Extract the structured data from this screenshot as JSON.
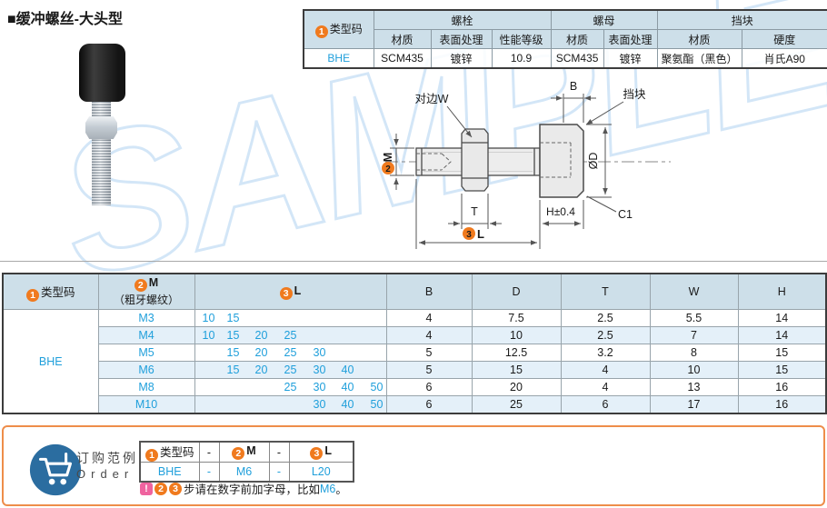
{
  "page": {
    "title": "■缓冲螺丝-大头型",
    "watermark": "SAMPLE"
  },
  "colors": {
    "accent_orange": "#f07a1e",
    "link_blue": "#1f9fdb",
    "header_blue": "#cddfe9",
    "alert_pink": "#ef639f",
    "order_border_orange": "#ee8d4a"
  },
  "spec_table": {
    "code_num": "1",
    "code_label": "类型码",
    "group1": "螺栓",
    "group2": "螺母",
    "group3": "挡块",
    "sub": [
      "材质",
      "表面处理",
      "性能等级",
      "材质",
      "表面处理",
      "材质",
      "硬度"
    ],
    "type_code": "BHE",
    "values": [
      "SCM435",
      "镀锌",
      "10.9",
      "SCM435",
      "镀锌",
      "聚氨酯（黑色）",
      "肖氏A90"
    ]
  },
  "drawing": {
    "flats": "对边W",
    "b": "B",
    "block": "挡块",
    "m_num": "2",
    "m": "M",
    "d": "ØD",
    "t": "T",
    "h": "H±0.4",
    "c1": "C1",
    "l_num": "3",
    "l": "L"
  },
  "dim_table": {
    "code_num": "1",
    "code_label": "类型码",
    "m_num": "2",
    "m_label": "M",
    "m_label2": "（粗牙螺纹）",
    "l_num": "3",
    "l_label": "L",
    "cols": [
      "B",
      "D",
      "T",
      "W",
      "H"
    ],
    "type_code": "BHE",
    "rows": [
      {
        "m": "M3",
        "l": [
          "10",
          "15",
          "",
          "",
          "",
          "",
          ""
        ],
        "b": "4",
        "d": "7.5",
        "t": "2.5",
        "w": "5.5",
        "h": "14"
      },
      {
        "m": "M4",
        "l": [
          "10",
          "15",
          "20",
          "25",
          "",
          "",
          ""
        ],
        "b": "4",
        "d": "10",
        "t": "2.5",
        "w": "7",
        "h": "14"
      },
      {
        "m": "M5",
        "l": [
          "",
          "15",
          "20",
          "25",
          "30",
          "",
          ""
        ],
        "b": "5",
        "d": "12.5",
        "t": "3.2",
        "w": "8",
        "h": "15"
      },
      {
        "m": "M6",
        "l": [
          "",
          "15",
          "20",
          "25",
          "30",
          "40",
          ""
        ],
        "b": "5",
        "d": "15",
        "t": "4",
        "w": "10",
        "h": "15"
      },
      {
        "m": "M8",
        "l": [
          "",
          "",
          "",
          "25",
          "30",
          "40",
          "50"
        ],
        "b": "6",
        "d": "20",
        "t": "4",
        "w": "13",
        "h": "16"
      },
      {
        "m": "M10",
        "l": [
          "",
          "",
          "",
          "",
          "30",
          "40",
          "50"
        ],
        "b": "6",
        "d": "25",
        "t": "6",
        "w": "17",
        "h": "16"
      }
    ]
  },
  "order": {
    "title_cn": "订购范例",
    "title_en": "Order",
    "table": {
      "h1_num": "1",
      "h1": "类型码",
      "h2": "-",
      "h3_num": "2",
      "h3": "M",
      "h4": "-",
      "h5_num": "3",
      "h5": "L",
      "v1": "BHE",
      "v2": "-",
      "v3": "M6",
      "v4": "-",
      "v5": "L20"
    },
    "note": {
      "alert": "!",
      "step2": "2",
      "step3": "3",
      "text": "步请在数字前加字母，比如",
      "code": "M6",
      "period": "。"
    }
  }
}
